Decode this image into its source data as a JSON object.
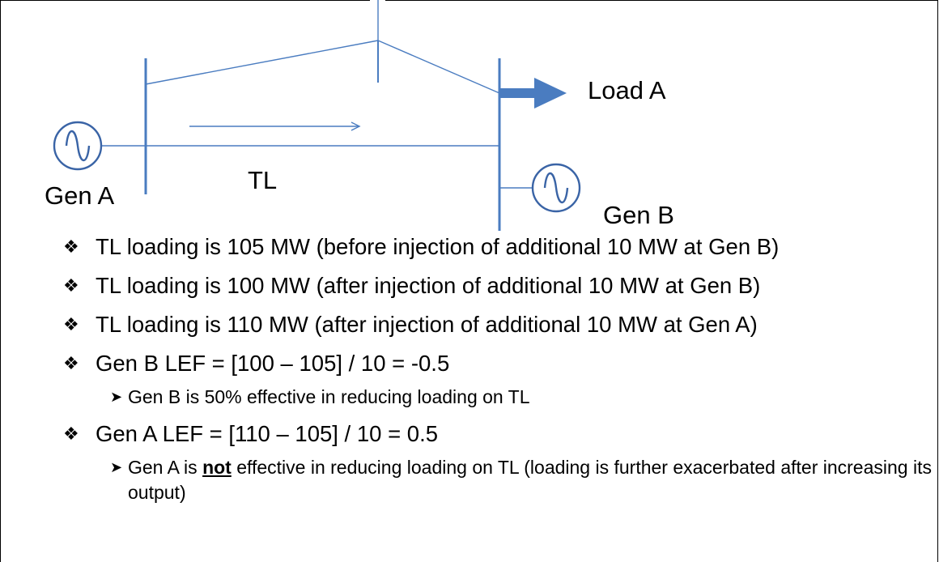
{
  "diagram": {
    "load_label": "Load A",
    "gen_a_label": "Gen A",
    "gen_b_label": "Gen B",
    "line_label": "TL",
    "line_color": "#4a7cc0",
    "generator_symbol": "sine-wave-icon",
    "load_arrow": "arrow-right-icon"
  },
  "bullets": [
    {
      "level": 1,
      "marker": "diamond-bullet-icon",
      "text": "TL loading is 105 MW (before injection of additional 10 MW at Gen B)"
    },
    {
      "level": 1,
      "marker": "diamond-bullet-icon",
      "text": "TL loading is 100 MW (after injection of additional 10 MW at Gen B)"
    },
    {
      "level": 1,
      "marker": "diamond-bullet-icon",
      "text": "TL loading is 110 MW (after injection of additional 10 MW at Gen A)"
    },
    {
      "level": 1,
      "marker": "diamond-bullet-icon",
      "text": "Gen B LEF = [100 – 105] / 10 = -0.5"
    },
    {
      "level": 2,
      "marker": "arrow-bullet-icon",
      "text": "Gen B is 50% effective in reducing loading on TL"
    },
    {
      "level": 1,
      "marker": "diamond-bullet-icon",
      "text": "Gen A LEF = [110 – 105] / 10 = 0.5"
    },
    {
      "level": 2,
      "marker": "arrow-bullet-icon",
      "text_before": "Gen A is ",
      "text_emphasis": "not",
      "text_after": " effective in reducing loading on TL (loading is further exacerbated after increasing its output)"
    }
  ]
}
